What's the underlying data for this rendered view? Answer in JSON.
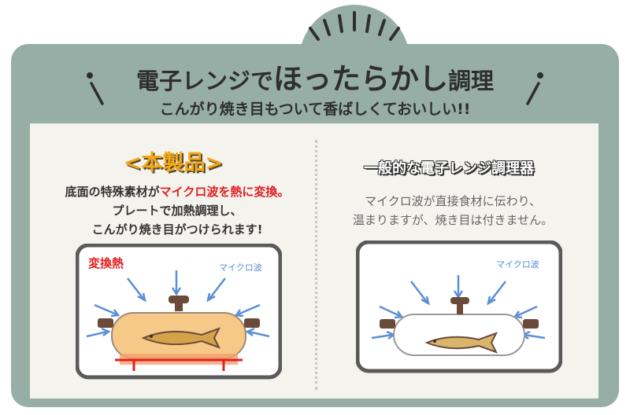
{
  "title": {
    "part1": "電子レンジで",
    "part2": "ほったらかし",
    "part3": "調理"
  },
  "subtitle": "こんがり焼き目もついて香ばしくておいしい!!",
  "left": {
    "header": "<本製品>",
    "line1_a": "底面の特殊素材が",
    "line1_b": "マイクロ波を熱に変換。",
    "line2": "プレートで加熱調理し、",
    "line3": "こんがり焼き目がつけられます!",
    "label_heat": "変換熱",
    "label_micro": "マイクロ波"
  },
  "right": {
    "header": "一般的な電子レンジ調理器",
    "line1": "マイクロ波が直接食材に伝わり、",
    "line2": "温まりますが、焼き目は付きません。",
    "label_micro": "マイクロ波"
  },
  "colors": {
    "frame": "#97aea6",
    "panel": "#f4f3ee",
    "accent_orange": "#f2a81a",
    "accent_red": "#e02020",
    "micro_blue": "#5b8fd6"
  }
}
